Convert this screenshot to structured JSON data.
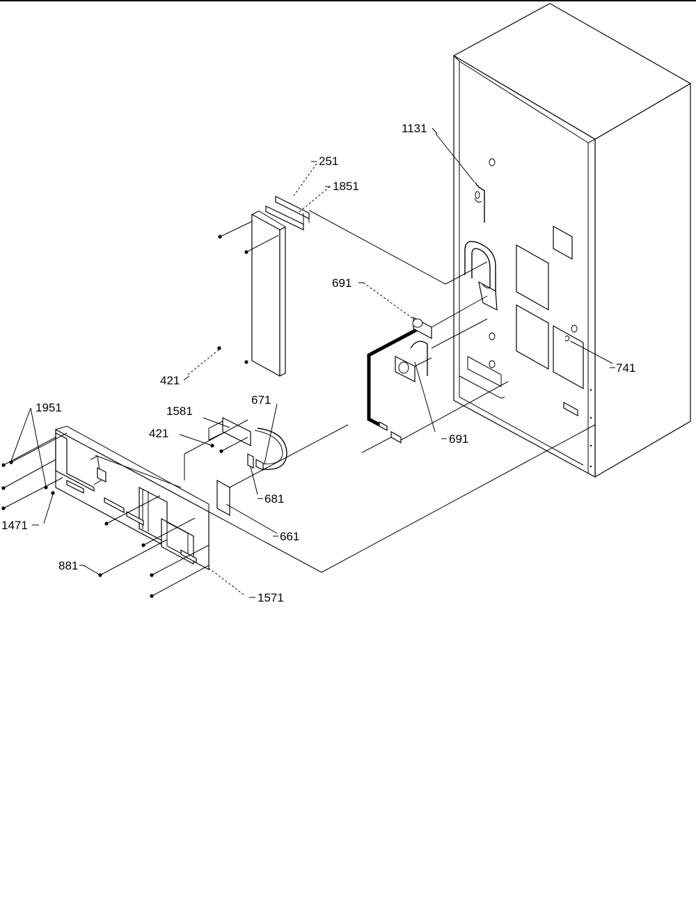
{
  "callouts": {
    "c1131": "1131",
    "c251": "251",
    "c1851": "1851",
    "c691a": "691",
    "c691b": "691",
    "c741": "741",
    "c421a": "421",
    "c421b": "421",
    "c1951": "1951",
    "c1581": "1581",
    "c671": "671",
    "c681": "681",
    "c1471": "1471",
    "c661": "661",
    "c881": "881",
    "c1571": "1571"
  }
}
